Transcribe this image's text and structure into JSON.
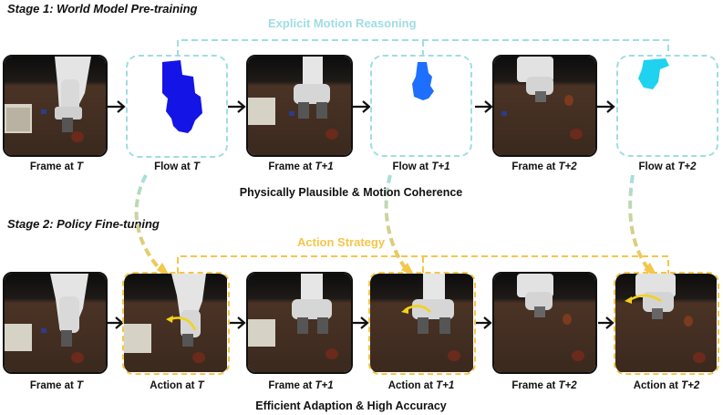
{
  "stage1": {
    "title": "Stage 1: World Model Pre-training",
    "bracket_label": "Explicit Motion Reasoning",
    "subtitle": "Physically Plausible & Motion Coherence",
    "captions": [
      {
        "base": "Frame at ",
        "var": "T"
      },
      {
        "base": "Flow at ",
        "var": "T"
      },
      {
        "base": "Frame at ",
        "var": "T+1"
      },
      {
        "base": "Flow at ",
        "var": "T+1"
      },
      {
        "base": "Frame at ",
        "var": "T+2"
      },
      {
        "base": "Flow at ",
        "var": "T+2"
      }
    ]
  },
  "stage2": {
    "title": "Stage 2: Policy Fine-tuning",
    "bracket_label": "Action Strategy",
    "subtitle": "Efficient Adaption & High Accuracy",
    "captions": [
      {
        "base": "Frame at ",
        "var": "T"
      },
      {
        "base": "Action at ",
        "var": "T"
      },
      {
        "base": "Frame at ",
        "var": "T+1"
      },
      {
        "base": "Action at ",
        "var": "T+1"
      },
      {
        "base": "Frame at ",
        "var": "T+2"
      },
      {
        "base": "Action at ",
        "var": "T+2"
      }
    ]
  },
  "colors": {
    "flow_dashed": "#9fdde3",
    "action_dashed": "#f4c64a",
    "flow_T": "#1414e6",
    "flow_T1": "#1e6fff",
    "flow_T2": "#1fd2f0",
    "action_arrow": "#f3d21a",
    "stage1_label": "#9fdde3",
    "stage2_label": "#f4c64a"
  }
}
